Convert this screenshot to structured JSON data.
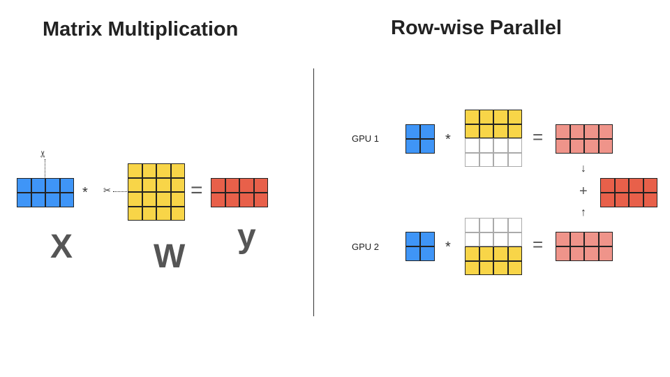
{
  "left": {
    "title": "Matrix Multiplication",
    "labels": {
      "x": "X",
      "w": "W",
      "y": "y"
    },
    "operators": {
      "mul": "*",
      "eq": "="
    },
    "cut_icon": "scissors-icon",
    "matrices": {
      "x": {
        "rows": 2,
        "cols": 4
      },
      "w": {
        "rows": 4,
        "cols": 4
      },
      "y": {
        "rows": 2,
        "cols": 4
      }
    }
  },
  "right": {
    "title": "Row-wise Parallel",
    "gpu1": {
      "label": "GPU 1"
    },
    "gpu2": {
      "label": "GPU 2"
    },
    "operators": {
      "mul": "*",
      "eq": "=",
      "plus": "+",
      "down_arrow": "↓",
      "up_arrow": "↑"
    }
  },
  "colors": {
    "blue": "#3f95f7",
    "yellow": "#f8d548",
    "red": "#e8604a",
    "pink": "#ef948a",
    "empty_border": "#aaaaaa",
    "outline": "#222222",
    "text": "#222222",
    "label_gray": "#555555"
  }
}
